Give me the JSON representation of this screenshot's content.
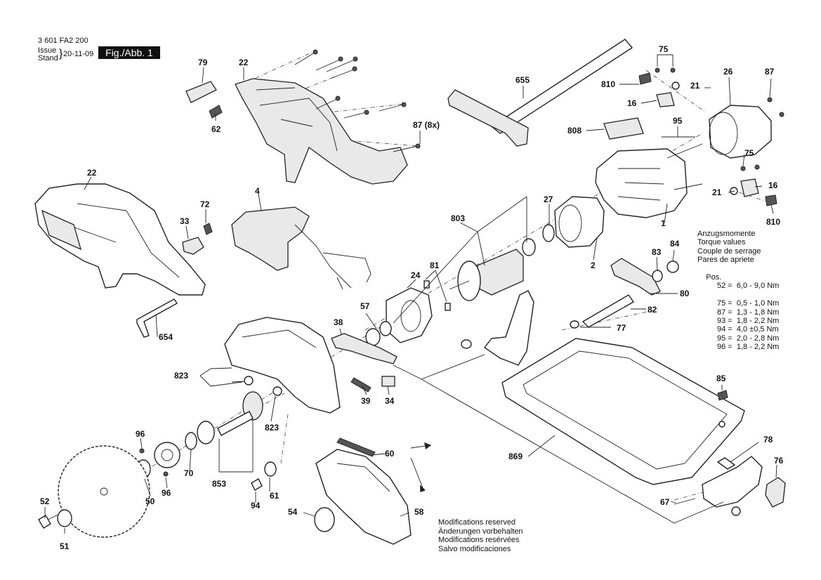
{
  "header": {
    "doc_number": "3 601 FA2 200",
    "issue_label_1": "Issue",
    "issue_label_2": "Stand",
    "issue_date": "20-11-09",
    "figure_label": "Fig./Abb. 1"
  },
  "part_labels": {
    "p79": "79",
    "p22a": "22",
    "p62": "62",
    "p87x": "87 (8x)",
    "p655": "655",
    "p75a": "75",
    "p810a": "810",
    "p21a": "21",
    "p16a": "16",
    "p26": "26",
    "p87": "87",
    "p808": "808",
    "p95": "95",
    "p75b": "75",
    "p16b": "16",
    "p21b": "21",
    "p810b": "810",
    "p22b": "22",
    "p4": "4",
    "p72": "72",
    "p33": "33",
    "p803": "803",
    "p27": "27",
    "p1": "1",
    "p2": "2",
    "p83": "83",
    "p84": "84",
    "p80": "80",
    "p82": "82",
    "p77": "77",
    "p24": "24",
    "p81": "81",
    "p57": "57",
    "p38": "38",
    "p654": "654",
    "p823a": "823",
    "p39": "39",
    "p34": "34",
    "p85": "85",
    "p823b": "823",
    "p96a": "96",
    "p70": "70",
    "p853": "853",
    "p50": "50",
    "p96b": "96",
    "p60": "60",
    "p869": "869",
    "p78": "78",
    "p76": "76",
    "p61": "61",
    "p94": "94",
    "p52": "52",
    "p51": "51",
    "p54": "54",
    "p58": "58",
    "p67": "67"
  },
  "torque": {
    "title_lines": [
      "Anzugsmomente",
      "Torque values",
      "Couple de serrage",
      "Pares de apriete"
    ],
    "header": "Pos.",
    "rows": [
      "52 =  6,0 - 9,0 Nm",
      "75 =  0,5 - 1,0 Nm",
      "87 =  1,3 - 1,8 Nm",
      "93 =  1,8 - 2,2 Nm",
      "94 =  4,0 ±0,5 Nm",
      "95 =  2,0 - 2,8 Nm",
      "96 =  1,8 - 2,2 Nm"
    ]
  },
  "modifications": [
    "Modifications reserved",
    "Änderungen vorbehalten",
    "Modifications resérvées",
    "Salvo modificaciones"
  ]
}
